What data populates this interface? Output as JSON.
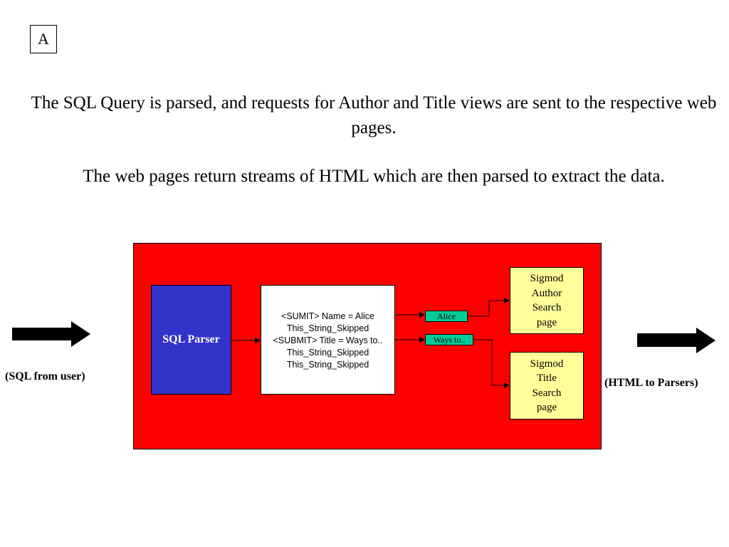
{
  "slide_label": "A",
  "paragraphs": {
    "first": "The SQL Query is parsed, and requests for Author and Title views are sent to the respective web pages.",
    "second": "The web pages return streams of HTML which are then parsed to extract the data."
  },
  "diagram": {
    "parser_label": "SQL Parser",
    "stream_lines": [
      "<SUMIT> Name = Alice",
      "This_String_Skipped",
      "<SUBMIT> Title = Ways to..",
      "This_String_Skipped",
      "This_String_Skipped"
    ],
    "chips": {
      "alice": "Alice",
      "ways": "Ways to.."
    },
    "author_page": [
      "Sigmod",
      "Author",
      "Search",
      "page"
    ],
    "title_page": [
      "Sigmod",
      "Title",
      "Search",
      "page"
    ],
    "input_caption": "(SQL from user)",
    "output_caption": "(HTML to Parsers)"
  },
  "colors": {
    "diagram_background": "#ff0000",
    "parser_fill": "#3333cc",
    "chip_fill": "#00cc99",
    "page_fill": "#ffff99"
  }
}
